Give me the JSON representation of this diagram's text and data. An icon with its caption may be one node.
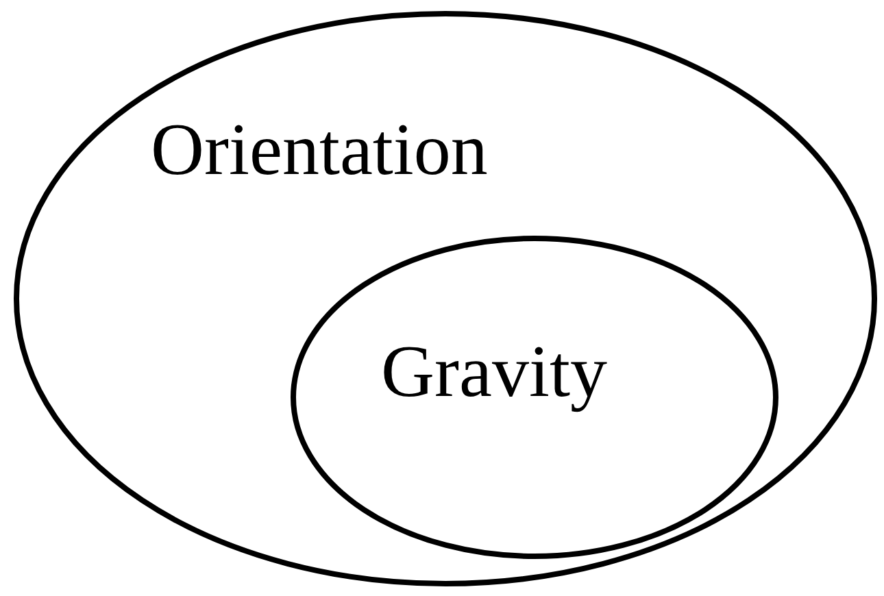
{
  "diagram": {
    "nodes": [
      {
        "text": [
          "Orientation"
        ]
      },
      {
        "text": [
          "Gravity"
        ],
        "in": 0
      }
    ]
  }
}
